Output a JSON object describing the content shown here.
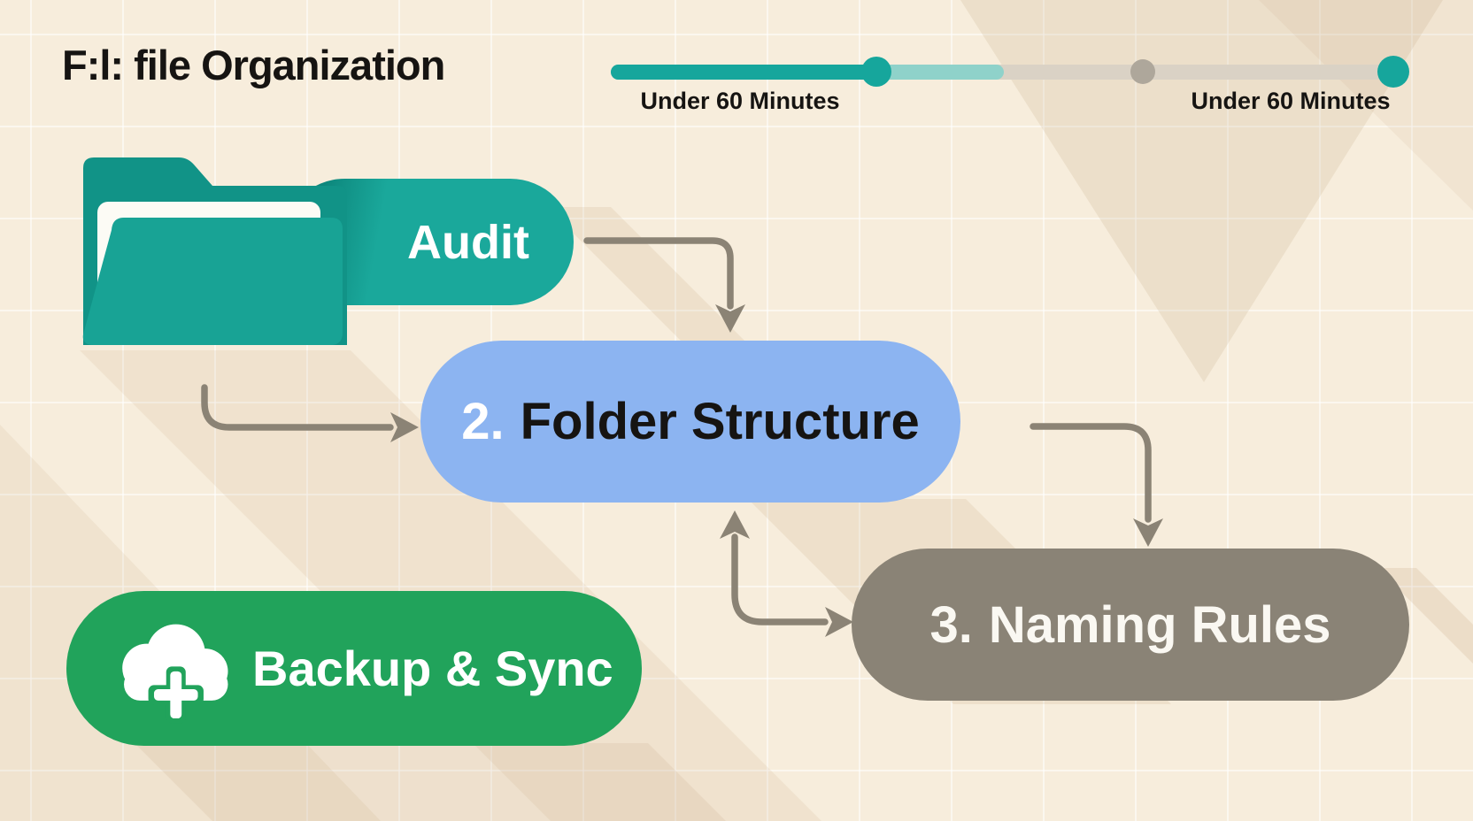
{
  "header": {
    "title": "F:l: file Organization"
  },
  "timeline": {
    "label_left": "Under 60 Minutes",
    "label_right": "Under 60 Minutes",
    "progress_color": "#16a69c",
    "secondary_color": "#8fd2ca",
    "track_color": "#dad2c5",
    "mid_dot_color": "#aea79b"
  },
  "nodes": {
    "audit": {
      "label": "Audit",
      "color": "#17a295"
    },
    "folder_structure": {
      "number": "2.",
      "label": "Folder Structure",
      "color": "#8cb4f1"
    },
    "naming_rules": {
      "number": "3.",
      "label": "Naming Rules",
      "color": "#8a8376"
    },
    "backup_sync": {
      "label": "Backup & Sync",
      "color": "#21a35b"
    }
  },
  "icons": {
    "folder": "folder-icon",
    "cloud_upload": "cloud-upload-plus-icon"
  },
  "colors": {
    "background": "#f7eddc",
    "arrow": "#8b8375",
    "text": "#161412"
  }
}
